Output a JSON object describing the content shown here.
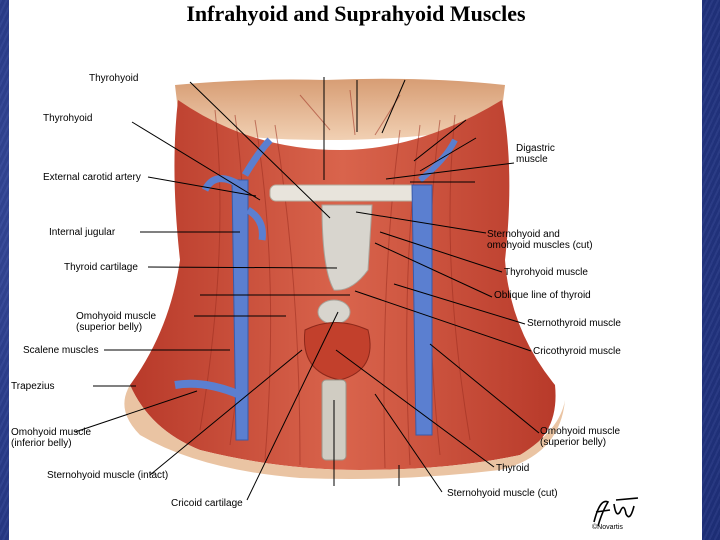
{
  "title": "Infrahyoid and Suprahyoid Muscles",
  "colors": {
    "background": "#2c3f8f",
    "muscle": "#c94a36",
    "vein": "#5b7fd0",
    "cartilage": "#d9d6cf",
    "skin": "#e6b98f"
  },
  "labels": {
    "thyrohyoid_top": "Thyrohyoid",
    "thyrohyoid_left": "Thyrohyoid",
    "external_carotid": "External carotid artery",
    "internal_jugular": "Internal jugular",
    "thyroid_cartilage": "Thyroid cartilage",
    "omohyoid_superior_left": "Omohyoid muscle\n(superior belly)",
    "scalene": "Scalene muscles",
    "trapezius": "Trapezius",
    "omohyoid_inferior": "Omohyoid muscle\n(inferior belly)",
    "sternohyoid_intact": "Sternohyoid muscle (intact)",
    "cricoid_cartilage": "Cricoid cartilage",
    "digastric": "Digastric\nmuscle",
    "sternohyoid_omohyoid_cut": "Sternohyoid and\nomohyoid muscles (cut)",
    "thyrohyoid_muscle": "Thyrohyoid muscle",
    "oblique_line": "Oblique line of thyroid",
    "sternothyroid": "Sternothyroid muscle",
    "cricothyroid": "Cricothyroid muscle",
    "omohyoid_superior_right": "Omohyoid muscle\n(superior belly)",
    "thyroid": "Thyroid",
    "sternohyoid_cut": "Sternohyoid muscle (cut)"
  },
  "signature": {
    "text": "©Novartis"
  }
}
